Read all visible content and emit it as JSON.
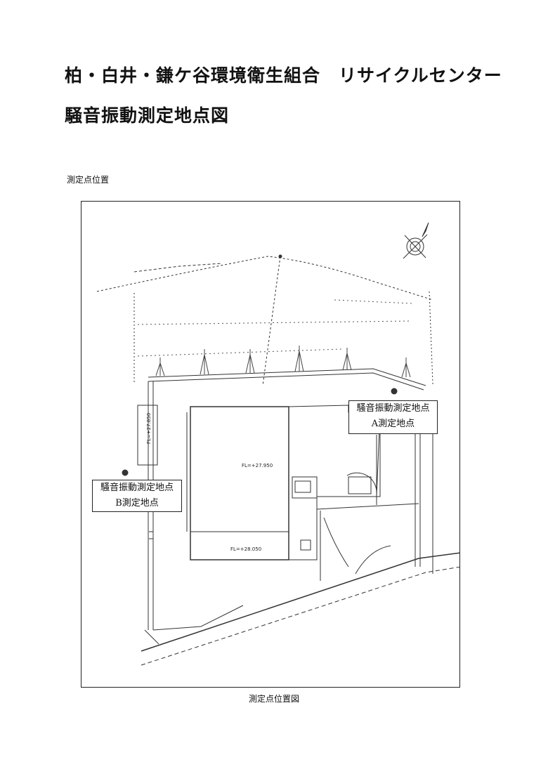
{
  "header": {
    "title_line1": "柏・白井・鎌ケ谷環境衛生組合　リサイクルセンター",
    "title_line2": "騒音振動測定地点図"
  },
  "map": {
    "section_label": "測定点位置",
    "caption": "測定点位置図",
    "floor_levels": [
      "FL=+27.950",
      "FL=+28.050",
      "FL=+27.850"
    ],
    "points": {
      "a": {
        "line1": "騒音振動測定地点",
        "line2": "A測定地点"
      },
      "b": {
        "line1": "騒音振動測定地点",
        "line2": "B測定地点"
      }
    }
  }
}
